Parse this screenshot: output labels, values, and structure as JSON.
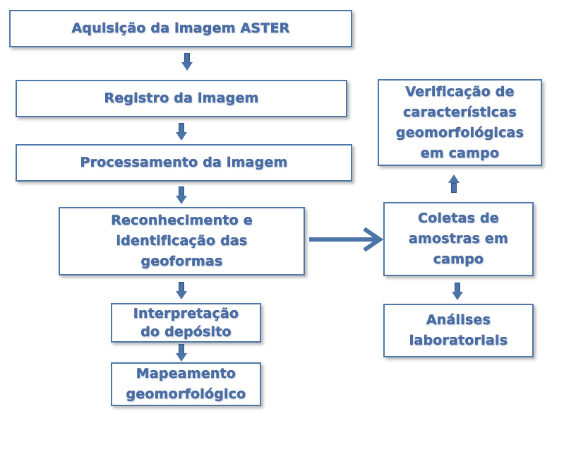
{
  "colors": {
    "box_border": "#4f78a8",
    "text": "#4a6fa8",
    "arrow": "#4a73a6"
  },
  "steps": {
    "aquisicao": "Aquisição da imagem ASTER",
    "registro": "Registro da imagem",
    "processamento": "Processamento da imagem",
    "reconhecimento": "Reconhecimento e\nidentificação das\ngeoformas",
    "interpretacao": "Interpretação\ndo depósito",
    "mapeamento": "Mapeamento\ngeomorfológico",
    "verificacao": "Verificação de\ncaracterísticas\ngeomorfológicas\nem campo",
    "coletas": "Coletas de\namostras em\ncampo",
    "analises": "Análises\nlaboratoriais"
  }
}
